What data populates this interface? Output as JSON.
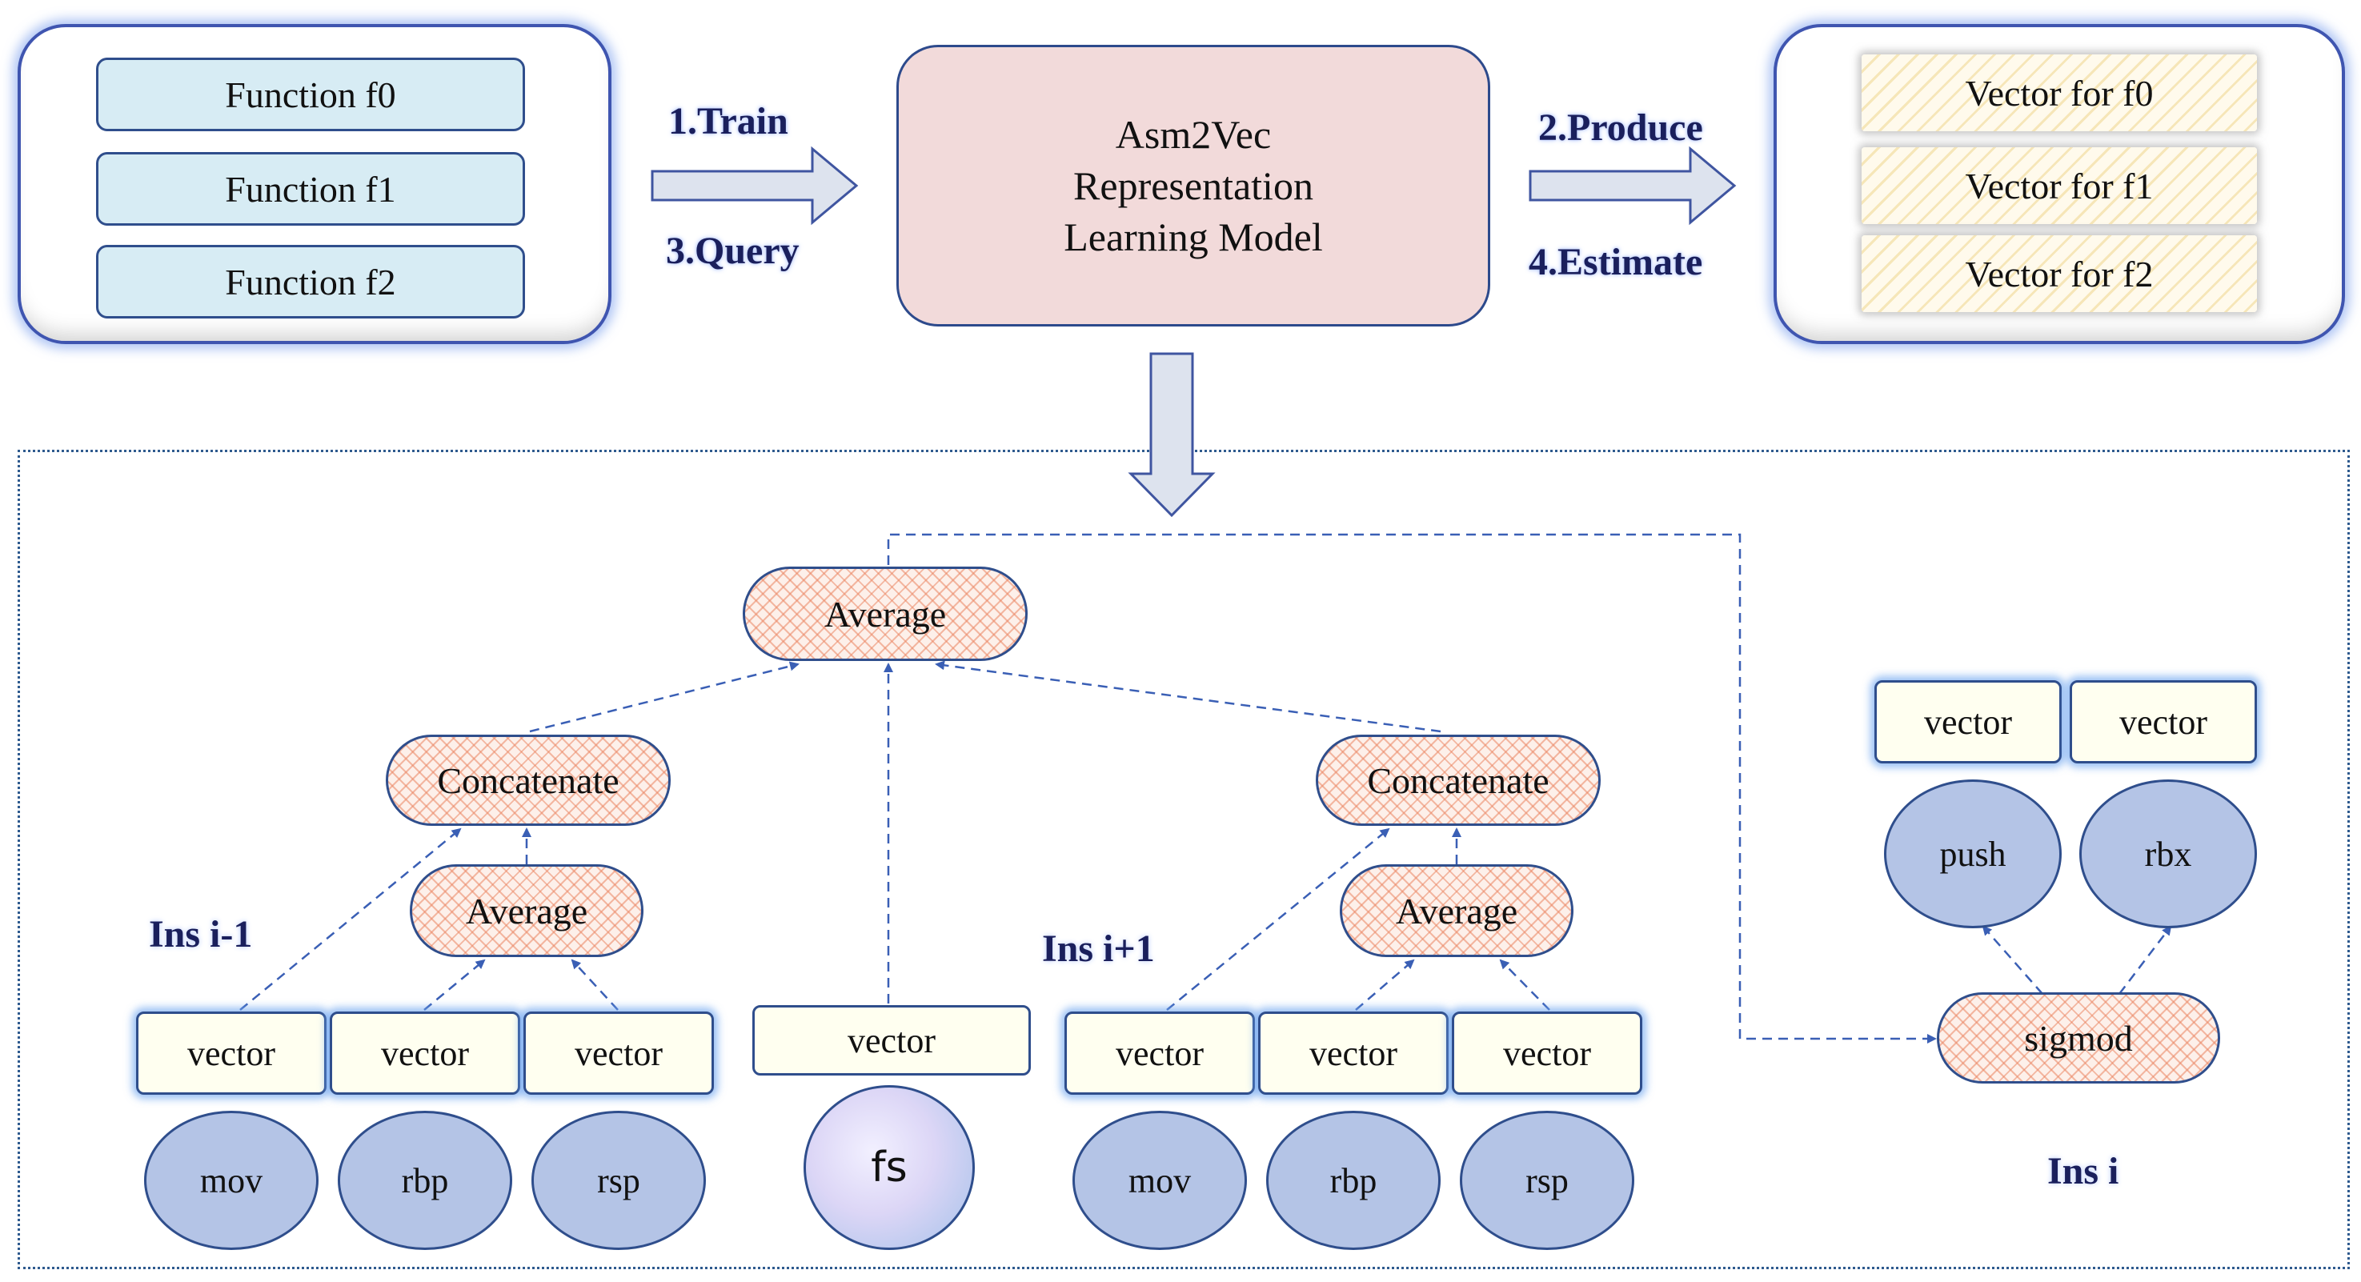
{
  "functions_panel": {
    "items": [
      "Function f0",
      "Function f1",
      "Function f2"
    ]
  },
  "steps": {
    "train": "1.Train",
    "query": "3.Query",
    "produce": "2.Produce",
    "estimate": "4.Estimate"
  },
  "model": {
    "line1": "Asm2Vec",
    "line2": "Representation",
    "line3": "Learning Model"
  },
  "vectors_panel": {
    "items": [
      "Vector for f0",
      "Vector for f1",
      "Vector for f2"
    ]
  },
  "diagram": {
    "top_average": "Average",
    "left": {
      "label": "Ins i-1",
      "concatenate": "Concatenate",
      "average": "Average",
      "vectors": [
        "vector",
        "vector",
        "vector"
      ],
      "tokens": [
        "mov",
        "rbp",
        "rsp"
      ]
    },
    "center": {
      "vector": "vector",
      "token": "fs"
    },
    "right": {
      "label": "Ins i+1",
      "concatenate": "Concatenate",
      "average": "Average",
      "vectors": [
        "vector",
        "vector",
        "vector"
      ],
      "tokens": [
        "mov",
        "rbp",
        "rsp"
      ]
    },
    "ins_i": {
      "label": "Ins i",
      "vectors": [
        "vector",
        "vector"
      ],
      "tokens": [
        "push",
        "rbx"
      ],
      "sigmod": "sigmod"
    }
  },
  "colors": {
    "line": "#3a5fb5",
    "token_fill": "#b4c4e6",
    "function_fill": "#d7ecf4",
    "model_fill": "#f2dada"
  }
}
